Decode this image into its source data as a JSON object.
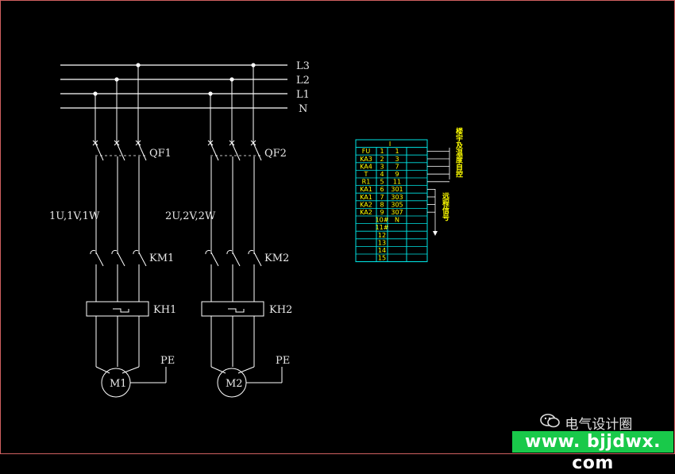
{
  "bus": {
    "l3": "L3",
    "l2": "L2",
    "l1": "L1",
    "n": "N"
  },
  "circuit1": {
    "breaker": "QF1",
    "terminals": "1U,1V,1W",
    "contactor": "KM1",
    "relay": "KH1",
    "ground": "PE",
    "motor": "M1"
  },
  "circuit2": {
    "breaker": "QF2",
    "terminals": "2U,2V,2W",
    "contactor": "KM2",
    "relay": "KH2",
    "ground": "PE",
    "motor": "M2"
  },
  "terminal_table": {
    "header": "I",
    "rows": [
      [
        "FU",
        "1",
        "1"
      ],
      [
        "KA3",
        "2",
        "3"
      ],
      [
        "KA4",
        "3",
        "7"
      ],
      [
        "T",
        "4",
        "9"
      ],
      [
        "R1",
        "5",
        "11"
      ],
      [
        "KA1",
        "6",
        "301"
      ],
      [
        "KA1",
        "7",
        "303"
      ],
      [
        "KA2",
        "8",
        "305"
      ],
      [
        "KA2",
        "9",
        "307"
      ],
      [
        "",
        "10#",
        "N"
      ],
      [
        "",
        "11#",
        ""
      ],
      [
        "",
        "12",
        ""
      ],
      [
        "",
        "13",
        ""
      ],
      [
        "",
        "14",
        ""
      ],
      [
        "",
        "15",
        ""
      ]
    ],
    "note_top": "楼宇及温度自控",
    "note_bottom": "远程信号"
  },
  "watermark": {
    "name": "电气设计圈",
    "site": "www. bjjdwx. com"
  },
  "colors": {
    "wire": "#ffffff",
    "table_line": "#00e5e5",
    "text_yellow": "#ffff00"
  }
}
